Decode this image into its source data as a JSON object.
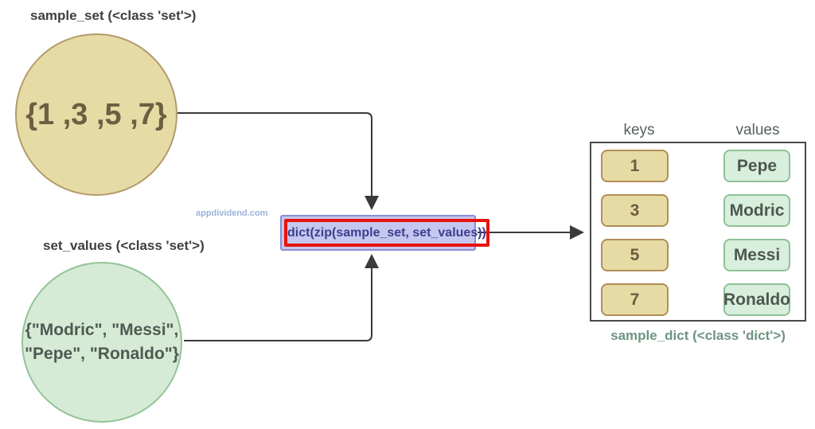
{
  "diagram": {
    "watermark": "appdividend.com",
    "sample_set": {
      "label": "sample_set (<class 'set'>)",
      "content": "{1 ,3 ,5 ,7}"
    },
    "set_values": {
      "label": "set_values (<class 'set'>)",
      "content_line1": "{\"Modric\", \"Messi\",",
      "content_line2": "\"Pepe\", \"Ronaldo\"}"
    },
    "operation": {
      "code": "dict(zip(sample_set, set_values))"
    },
    "result": {
      "keys_header": "keys",
      "values_header": "values",
      "caption": "sample_dict (<class 'dict'>)",
      "rows": [
        {
          "key": "1",
          "value": "Pepe"
        },
        {
          "key": "3",
          "value": "Modric"
        },
        {
          "key": "5",
          "value": "Messi"
        },
        {
          "key": "7",
          "value": "Ronaldo"
        }
      ]
    },
    "colors": {
      "set_fill": "#e7dba5",
      "set_border": "#b29b6b",
      "values_fill": "#d5ebd6",
      "values_border": "#93c297",
      "operation_fill": "#c6c7ee",
      "operation_border": "#8a8dd4",
      "highlight_red": "#e8130e",
      "arrow": "#3a3a3a"
    }
  }
}
